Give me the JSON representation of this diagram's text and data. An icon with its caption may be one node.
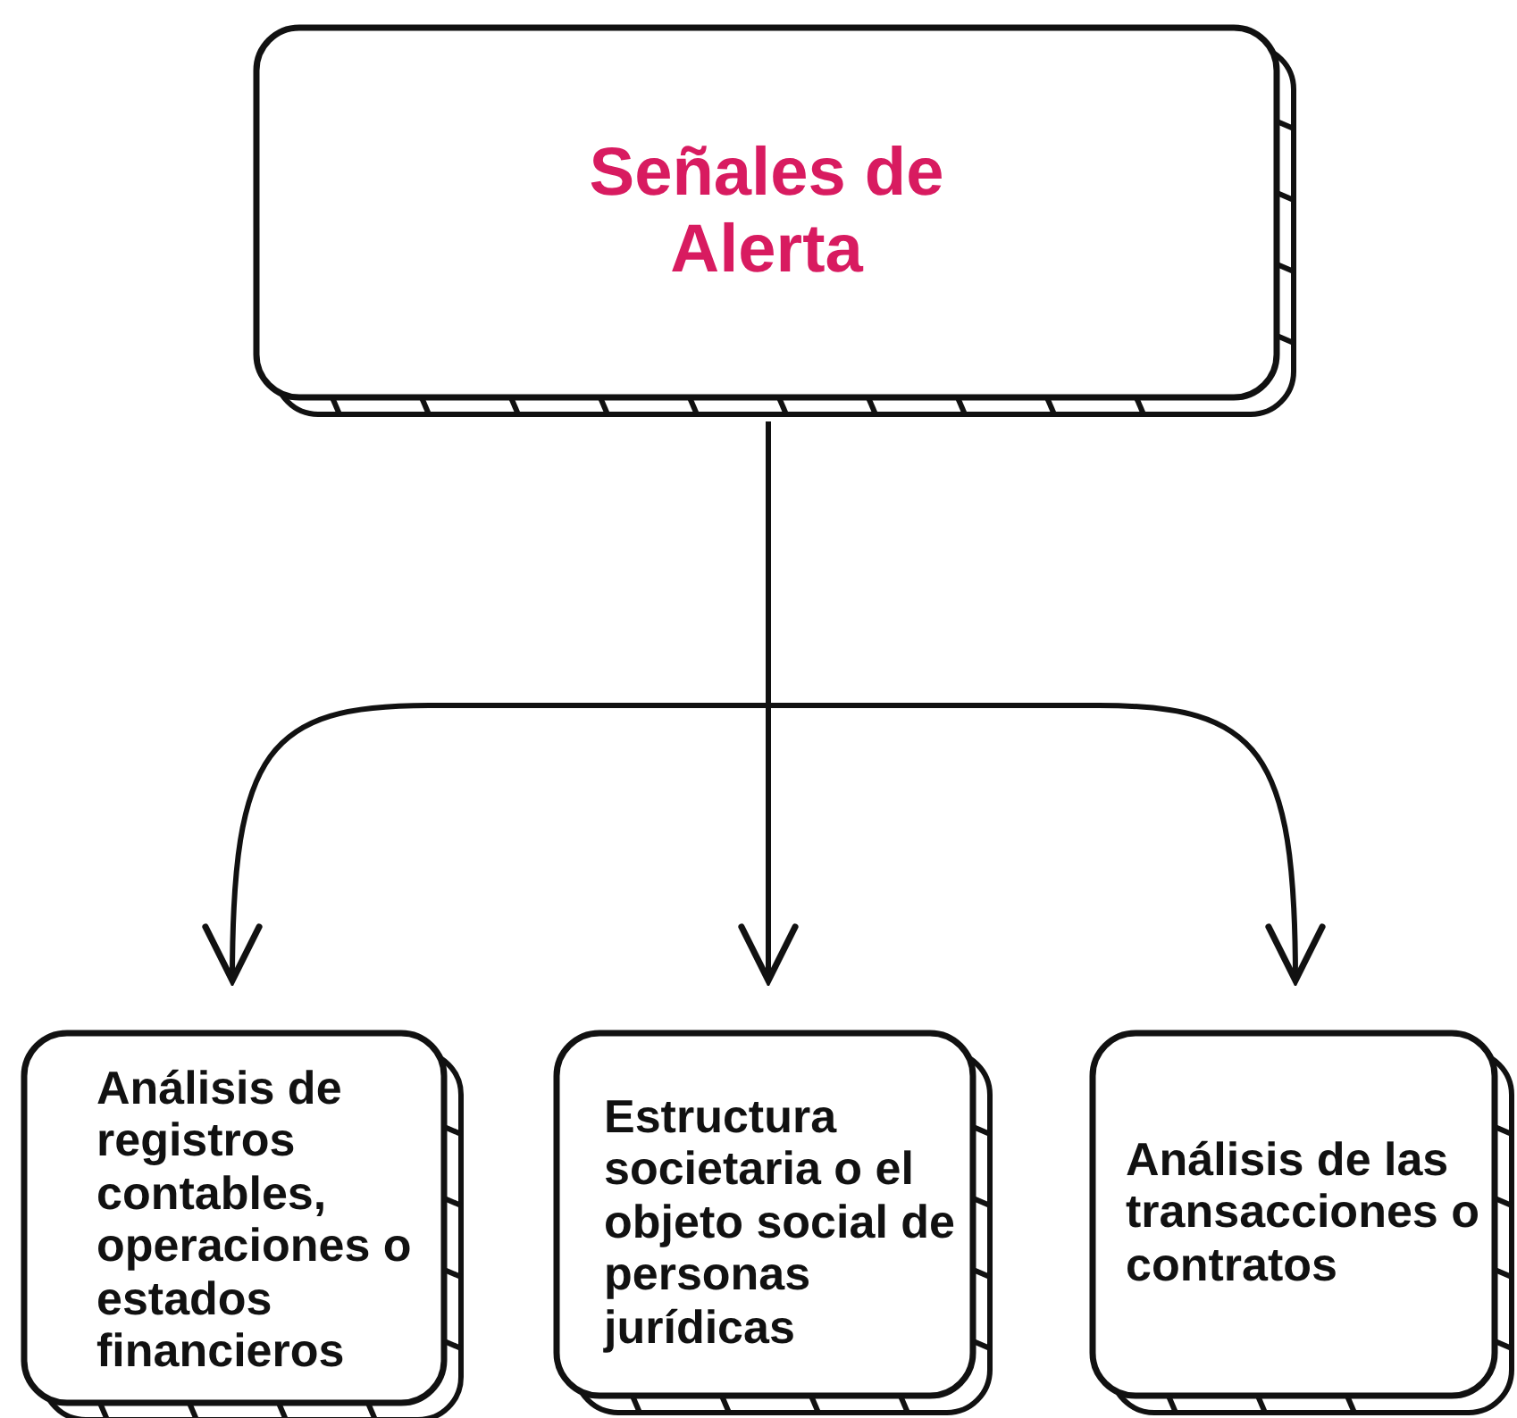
{
  "diagram": {
    "nodes": [
      {
        "text": [
          "Señales de Alerta"
        ]
      },
      {
        "text": [
          "Análisis de registros contables, operaciones o estados financieros"
        ]
      },
      {
        "text": [
          "Estructura societaria o el objeto social de personas jurídicas"
        ]
      },
      {
        "text": [
          "Análisis de las transacciones o contratos"
        ]
      }
    ],
    "edges": [
      {
        "from": 0,
        "to": 1,
        "arrow": "to"
      },
      {
        "from": 0,
        "to": 2,
        "arrow": "to"
      },
      {
        "from": 0,
        "to": 3,
        "arrow": "to"
      }
    ]
  }
}
